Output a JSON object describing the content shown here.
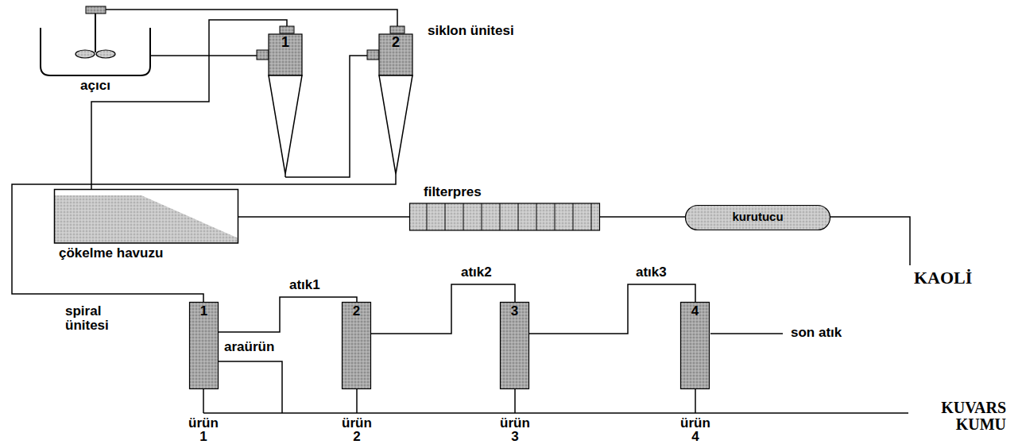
{
  "diagram": {
    "nodes": [
      {
        "text": [
          "açıcı"
        ]
      },
      {
        "text": [
          "1"
        ]
      },
      {
        "text": [
          "2"
        ]
      },
      {
        "text": [
          "çökelme havuzu"
        ]
      },
      {
        "text": [
          "filterpres"
        ]
      },
      {
        "text": [
          "kurutucu"
        ]
      },
      {
        "text": [
          "1"
        ]
      },
      {
        "text": [
          "2"
        ]
      },
      {
        "text": [
          "3"
        ]
      },
      {
        "text": [
          "4"
        ]
      }
    ],
    "edges": [
      {
        "from": 0,
        "to": 1,
        "arrow": "none"
      },
      {
        "from": 0,
        "to": 2,
        "arrow": "none"
      },
      {
        "from": 1,
        "to": 3,
        "arrow": "none"
      },
      {
        "from": 1,
        "to": 2,
        "arrow": "none"
      },
      {
        "from": 2,
        "to": 6,
        "arrow": "none"
      },
      {
        "from": 3,
        "to": 4,
        "arrow": "none"
      },
      {
        "from": 4,
        "to": 5,
        "arrow": "none"
      },
      {
        "from": 6,
        "to": 7,
        "label": "atık1",
        "arrow": "none"
      },
      {
        "from": 7,
        "to": 8,
        "label": "atık2",
        "arrow": "none"
      },
      {
        "from": 8,
        "to": 9,
        "label": "atık3",
        "arrow": "none"
      }
    ],
    "labels": [
      "siklon ünitesi",
      "spiral ünitesi",
      "araürün",
      "son atık",
      "ürün 1",
      "ürün 2",
      "ürün 3",
      "ürün 4",
      "KAOLİ",
      "KUVARS KUMU"
    ]
  }
}
